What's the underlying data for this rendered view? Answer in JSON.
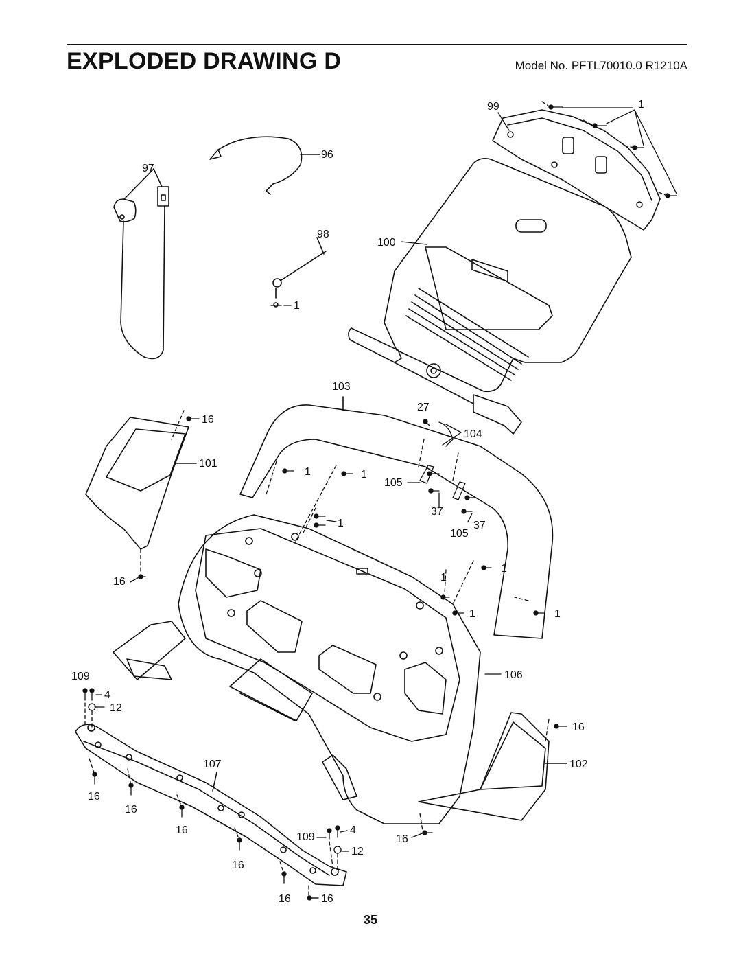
{
  "header": {
    "title": "EXPLODED DRAWING D",
    "model": "Model No. PFTL70010.0 R1210A"
  },
  "page_number": "35",
  "callouts": {
    "c99": "99",
    "c1_top": "1",
    "c96": "96",
    "c97": "97",
    "c98": "98",
    "c1_tie": "1",
    "c100": "100",
    "c103": "103",
    "c27": "27",
    "c104": "104",
    "c16_a": "16",
    "c101": "101",
    "c1_b": "1",
    "c1_c": "1",
    "c105_a": "105",
    "c37_a": "37",
    "c37_b": "37",
    "c105_b": "105",
    "c1_d": "1",
    "c16_b": "16",
    "c1_e": "1",
    "c1_f": "1",
    "c1_g": "1",
    "c1_h": "1",
    "c109_a": "109",
    "c4_a": "4",
    "c12_a": "12",
    "c106": "106",
    "c16_c": "16",
    "c102": "102",
    "c107": "107",
    "c16_d": "16",
    "c16_e": "16",
    "c16_f": "16",
    "c109_b": "109",
    "c4_b": "4",
    "c16_g": "16",
    "c12_b": "12",
    "c16_h": "16",
    "c16_i": "16",
    "c16_j": "16"
  }
}
